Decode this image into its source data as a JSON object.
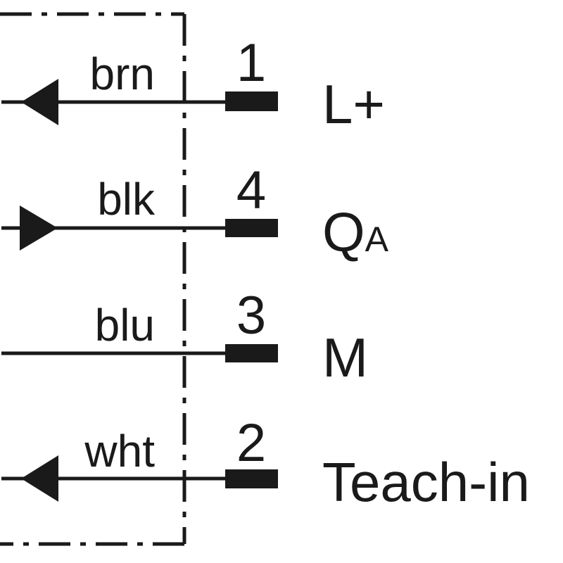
{
  "diagram": {
    "colors": {
      "line": "#1a1a1a",
      "background": "#ffffff"
    },
    "housing": {
      "border_style": "dash-dot"
    },
    "pins": [
      {
        "wire": "brn",
        "pin": "1",
        "signal": "L+",
        "signal_sub": "",
        "arrow": "out"
      },
      {
        "wire": "blk",
        "pin": "4",
        "signal": "Q",
        "signal_sub": "A",
        "arrow": "in"
      },
      {
        "wire": "blu",
        "pin": "3",
        "signal": "M",
        "signal_sub": "",
        "arrow": "none"
      },
      {
        "wire": "wht",
        "pin": "2",
        "signal": "Teach-in",
        "signal_sub": "",
        "arrow": "out"
      }
    ]
  }
}
